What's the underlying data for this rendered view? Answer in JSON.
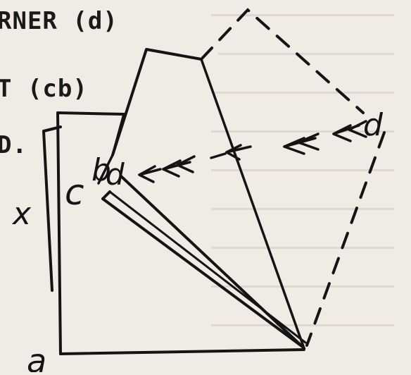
{
  "typed_text": {
    "line1": "RNER (d)",
    "line2": "T (cb)",
    "line3": "D."
  },
  "labels": {
    "a": "a",
    "b": "b",
    "c": "c",
    "d_left": "d",
    "d_right": "d",
    "x": "x"
  },
  "arrows": {
    "left_group": "<<-<<-",
    "mid": "<",
    "right_group": "<<- <<"
  }
}
